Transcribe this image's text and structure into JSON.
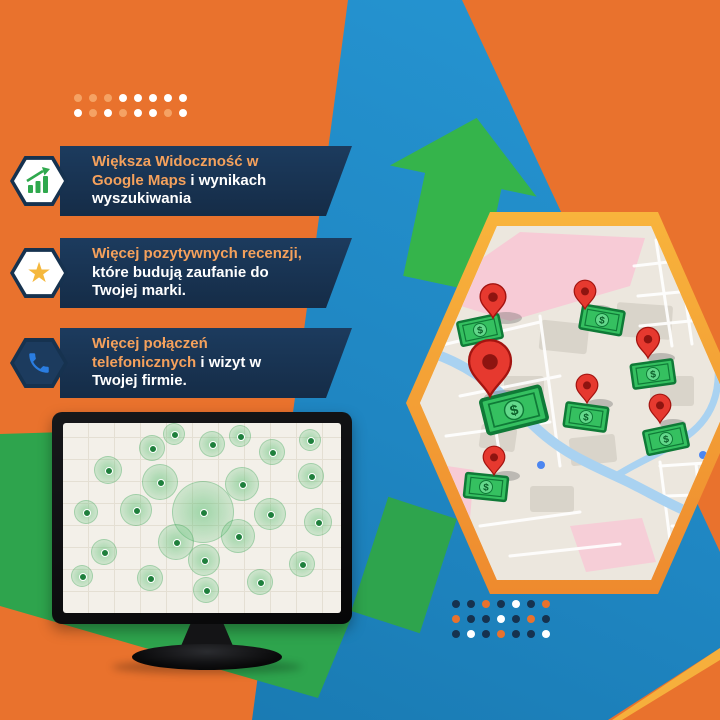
{
  "palette": {
    "background_orange": "#E9722D",
    "band_blue": "#1F86C2",
    "arrow_green": "#35B44B",
    "shape_green": "#2EA44D",
    "banner_navy": "#16324F",
    "highlight_orange": "#F5A15C",
    "text_white": "#FFFFFF",
    "hex_border_orange": "#F3A238",
    "pin_red": "#E6392F",
    "money_green": "#35C060",
    "white": "#FFFFFF",
    "peach": "#F5A264",
    "navy": "#16324F",
    "orange": "#E9722D"
  },
  "benefits": [
    {
      "icon": "growth-chart-icon",
      "highlight": "Większa Widoczność w Google Maps",
      "rest": " i wynikach wyszukiwania"
    },
    {
      "icon": "star-icon",
      "highlight": "Więcej pozytywnych recenzji,",
      "rest": " które budują zaufanie do Twojej marki."
    },
    {
      "icon": "phone-icon",
      "highlight": "Więcej połączeń telefonicznych",
      "rest": " i wizyt w Twojej firmie."
    }
  ],
  "icons": {
    "star_glyph": "★"
  },
  "map_graphic": {
    "currency_symbol": "$"
  },
  "monitor_screen": {
    "heat_circles": [
      [
        139,
        88,
        30
      ],
      [
        96,
        58,
        17
      ],
      [
        178,
        60,
        16
      ],
      [
        112,
        118,
        17
      ],
      [
        174,
        112,
        16
      ],
      [
        140,
        136,
        15
      ],
      [
        72,
        86,
        15
      ],
      [
        206,
        90,
        15
      ],
      [
        44,
        46,
        13
      ],
      [
        88,
        24,
        12
      ],
      [
        148,
        20,
        12
      ],
      [
        208,
        28,
        12
      ],
      [
        247,
        52,
        12
      ],
      [
        254,
        98,
        13
      ],
      [
        238,
        140,
        12
      ],
      [
        196,
        158,
        12
      ],
      [
        142,
        166,
        12
      ],
      [
        86,
        154,
        12
      ],
      [
        40,
        128,
        12
      ],
      [
        22,
        88,
        11
      ],
      [
        246,
        16,
        10
      ],
      [
        18,
        152,
        10
      ],
      [
        110,
        10,
        10
      ],
      [
        176,
        12,
        10
      ]
    ]
  },
  "decor_dots": {
    "top_left": [
      [
        "peach",
        "peach",
        "peach",
        "white",
        "white",
        "white",
        "white",
        "white"
      ],
      [
        "white",
        "peach",
        "white",
        "peach",
        "white",
        "white",
        "peach",
        "white"
      ]
    ],
    "bottom_right": [
      [
        "navy",
        "navy",
        "orange",
        "navy",
        "white",
        "navy",
        "orange"
      ],
      [
        "orange",
        "navy",
        "navy",
        "white",
        "navy",
        "orange",
        "navy"
      ],
      [
        "navy",
        "white",
        "navy",
        "orange",
        "navy",
        "navy",
        "white"
      ]
    ]
  }
}
